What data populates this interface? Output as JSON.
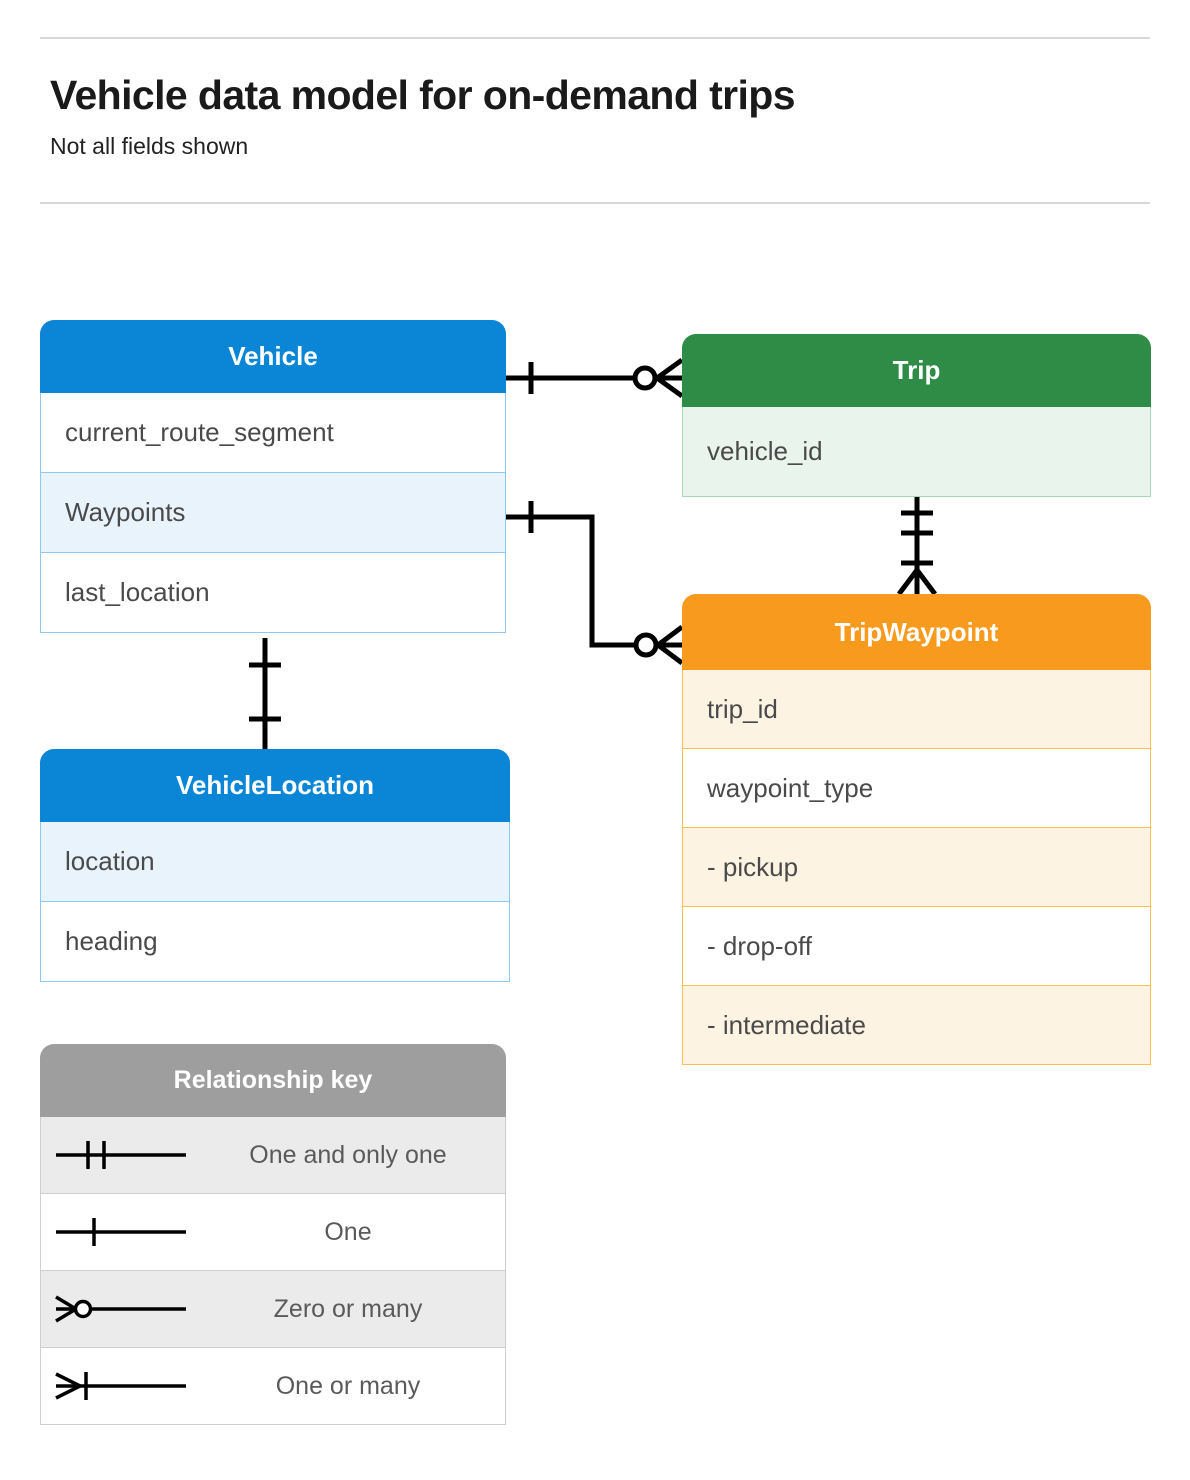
{
  "header": {
    "title": "Vehicle data model for on-demand trips",
    "subtitle": "Not all fields shown"
  },
  "colors": {
    "blue": "#0b86d6",
    "blue_row": "#e8f3fc",
    "blue_border": "#8ec9f0",
    "green": "#2e8c47",
    "green_row": "#e9f4ec",
    "green_border": "#a9d6b6",
    "orange": "#f79a1e",
    "orange_row": "#fdf3e3",
    "orange_border": "#fabf52",
    "grey": "#9e9e9e",
    "grey_row": "#ebebeb",
    "line": "#000000",
    "rule": "#d9d9d9"
  },
  "entities": {
    "vehicle": {
      "name": "Vehicle",
      "fields": [
        "current_route_segment",
        "Waypoints",
        "last_location"
      ]
    },
    "trip": {
      "name": "Trip",
      "fields": [
        "vehicle_id"
      ]
    },
    "tripwaypoint": {
      "name": "TripWaypoint",
      "fields": [
        "trip_id",
        "waypoint_type",
        " -  pickup",
        " -  drop-off",
        " -  intermediate"
      ]
    },
    "vehiclelocation": {
      "name": "VehicleLocation",
      "fields": [
        "location",
        "heading"
      ]
    }
  },
  "legend": {
    "title": "Relationship key",
    "rows": [
      {
        "symbol": "one-and-only-one",
        "label": "One and only one"
      },
      {
        "symbol": "one",
        "label": "One"
      },
      {
        "symbol": "zero-or-many",
        "label": "Zero or many"
      },
      {
        "symbol": "one-or-many",
        "label": "One or many"
      }
    ]
  },
  "relationships": [
    {
      "from": "Vehicle",
      "to": "Trip",
      "from_cardinality": "one",
      "to_cardinality": "zero-or-many"
    },
    {
      "from": "Vehicle.Waypoints",
      "to": "TripWaypoint",
      "from_cardinality": "one",
      "to_cardinality": "zero-or-many"
    },
    {
      "from": "Trip",
      "to": "TripWaypoint",
      "from_cardinality": "one-and-only-one",
      "to_cardinality": "one-or-many"
    },
    {
      "from": "Vehicle",
      "to": "VehicleLocation",
      "from_cardinality": "one",
      "to_cardinality": "one"
    }
  ]
}
